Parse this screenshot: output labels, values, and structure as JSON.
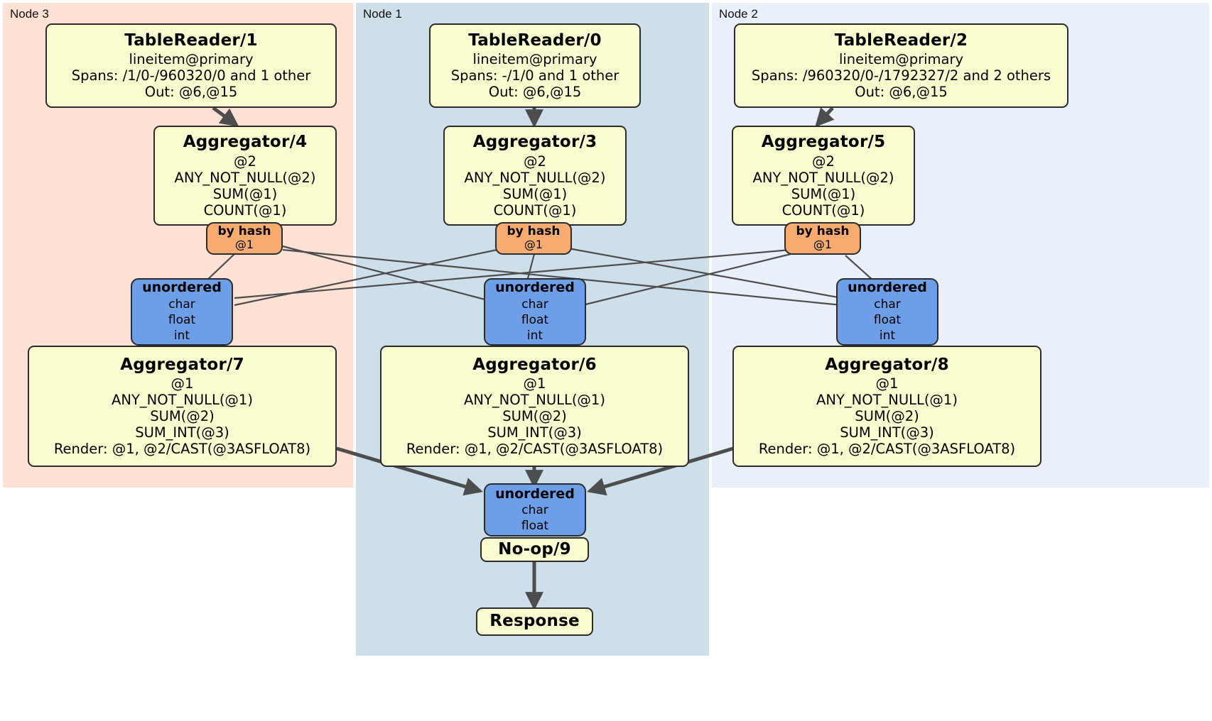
{
  "diagram": {
    "type": "distributed-query-plan",
    "colors": {
      "node3_panel": "#fce1d4",
      "node1_panel": "#cfdfe9",
      "node2_panel": "#eaf0f9",
      "processor_fill": "#fbfbd0",
      "router_fill": "#f7ab71",
      "sync_fill": "#6d9fe8",
      "stroke": "#2b2b2b",
      "edge": "#4d4d4d"
    },
    "panels": [
      {
        "id": "node3",
        "label": "Node 3"
      },
      {
        "id": "node1",
        "label": "Node 1"
      },
      {
        "id": "node2",
        "label": "Node 2"
      }
    ],
    "nodes": {
      "tablereader1": {
        "title": "TableReader/1",
        "lines": [
          "lineitem@primary",
          "Spans: /1/0-/960320/0 and 1 other",
          "Out: @6,@15"
        ]
      },
      "tablereader0": {
        "title": "TableReader/0",
        "lines": [
          "lineitem@primary",
          "Spans: -/1/0 and 1 other",
          "Out: @6,@15"
        ]
      },
      "tablereader2": {
        "title": "TableReader/2",
        "lines": [
          "lineitem@primary",
          "Spans: /960320/0-/1792327/2 and 2 others",
          "Out: @6,@15"
        ]
      },
      "aggregator4": {
        "title": "Aggregator/4",
        "lines": [
          "@2",
          "ANY_NOT_NULL(@2)",
          "SUM(@1)",
          "COUNT(@1)"
        ]
      },
      "aggregator3": {
        "title": "Aggregator/3",
        "lines": [
          "@2",
          "ANY_NOT_NULL(@2)",
          "SUM(@1)",
          "COUNT(@1)"
        ]
      },
      "aggregator5": {
        "title": "Aggregator/5",
        "lines": [
          "@2",
          "ANY_NOT_NULL(@2)",
          "SUM(@1)",
          "COUNT(@1)"
        ]
      },
      "byhash_left": {
        "title": "by hash",
        "lines": [
          "@1"
        ]
      },
      "byhash_center": {
        "title": "by hash",
        "lines": [
          "@1"
        ]
      },
      "byhash_right": {
        "title": "by hash",
        "lines": [
          "@1"
        ]
      },
      "unordered_left": {
        "title": "unordered",
        "lines": [
          "char",
          "float",
          "int"
        ]
      },
      "unordered_center": {
        "title": "unordered",
        "lines": [
          "char",
          "float",
          "int"
        ]
      },
      "unordered_right": {
        "title": "unordered",
        "lines": [
          "char",
          "float",
          "int"
        ]
      },
      "aggregator7": {
        "title": "Aggregator/7",
        "lines": [
          "@1",
          "ANY_NOT_NULL(@1)",
          "SUM(@2)",
          "SUM_INT(@3)",
          "Render: @1, @2/CAST(@3ASFLOAT8)"
        ]
      },
      "aggregator6": {
        "title": "Aggregator/6",
        "lines": [
          "@1",
          "ANY_NOT_NULL(@1)",
          "SUM(@2)",
          "SUM_INT(@3)",
          "Render: @1, @2/CAST(@3ASFLOAT8)"
        ]
      },
      "aggregator8": {
        "title": "Aggregator/8",
        "lines": [
          "@1",
          "ANY_NOT_NULL(@1)",
          "SUM(@2)",
          "SUM_INT(@3)",
          "Render: @1, @2/CAST(@3ASFLOAT8)"
        ]
      },
      "unordered_final": {
        "title": "unordered",
        "lines": [
          "char",
          "float"
        ]
      },
      "noop9": {
        "title": "No-op/9",
        "lines": []
      },
      "response": {
        "title": "Response",
        "lines": []
      }
    }
  }
}
